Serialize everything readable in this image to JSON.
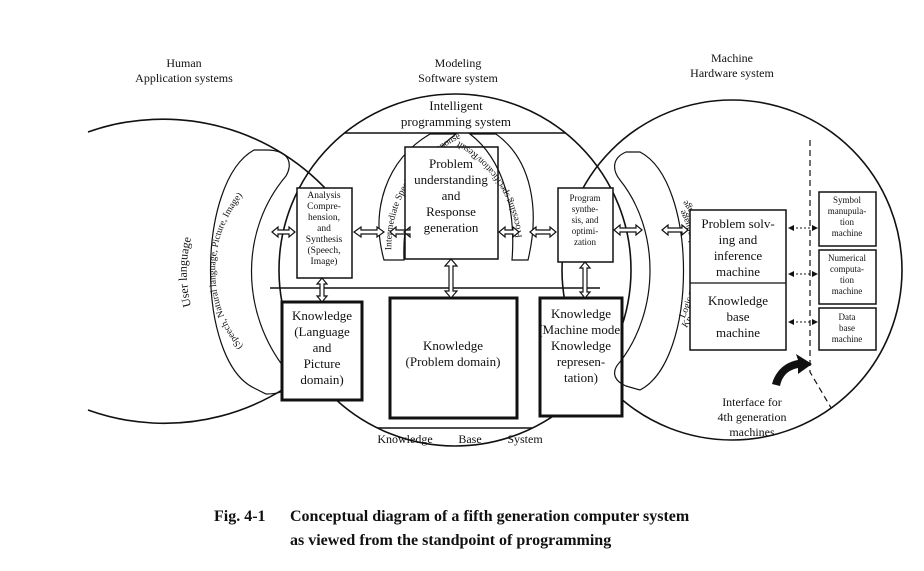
{
  "headers": {
    "human": [
      "Human",
      "Application systems"
    ],
    "modeling": [
      "Modeling",
      "Software system"
    ],
    "machine": [
      "Machine",
      "Hardware system"
    ]
  },
  "intelligent": [
    "Intelligent",
    "programming system"
  ],
  "user_language": {
    "l1": "User language",
    "l2": "(Speech, Natural language, Picture, Image)"
  },
  "analysis_box": [
    "Analysis",
    "Compre-",
    "hension,",
    "and",
    "Synthesis",
    "(Speech,",
    "Image)"
  ],
  "knowledge_lang": [
    "Knowledge",
    "(Language",
    "and",
    "Picture",
    "domain)"
  ],
  "intermediate_spec": "Intermediate Specification/Response",
  "problem_understanding": [
    "Problem",
    "understanding",
    "and",
    "Response",
    "generation"
  ],
  "knowledge_problem": [
    "Knowledge",
    "(Problem domain)"
  ],
  "processing_spec": "Processing specification/Result",
  "program_synthesis": [
    "Program",
    "synthe-",
    "sis, and",
    "optimi-",
    "zation"
  ],
  "knowledge_machine": [
    "Knowledge",
    "(Machine model",
    "Knowledge",
    "represen-",
    "tation)"
  ],
  "logic_language": {
    "l1": "Logic programming language",
    "l2": "Knowledge representation language"
  },
  "problem_solving": [
    "Problem solv-",
    "ing and",
    "inference",
    "machine"
  ],
  "knowledge_base_machine": [
    "Knowledge",
    "base",
    "machine"
  ],
  "symbol_box": [
    "Symbol",
    "manupula-",
    "tion",
    "machine"
  ],
  "numerical_box": [
    "Numerical",
    "computa-",
    "tion",
    "machine"
  ],
  "data_box": [
    "Data",
    "base",
    "machine"
  ],
  "interface": [
    "Interface for",
    "4th generation",
    "machines"
  ],
  "kb_system": [
    "Knowledge",
    "Base",
    "System"
  ],
  "caption": {
    "label": "Fig. 4-1",
    "line1": "Conceptual diagram of a fifth generation computer system",
    "line2": "as viewed from the standpoint of programming"
  }
}
